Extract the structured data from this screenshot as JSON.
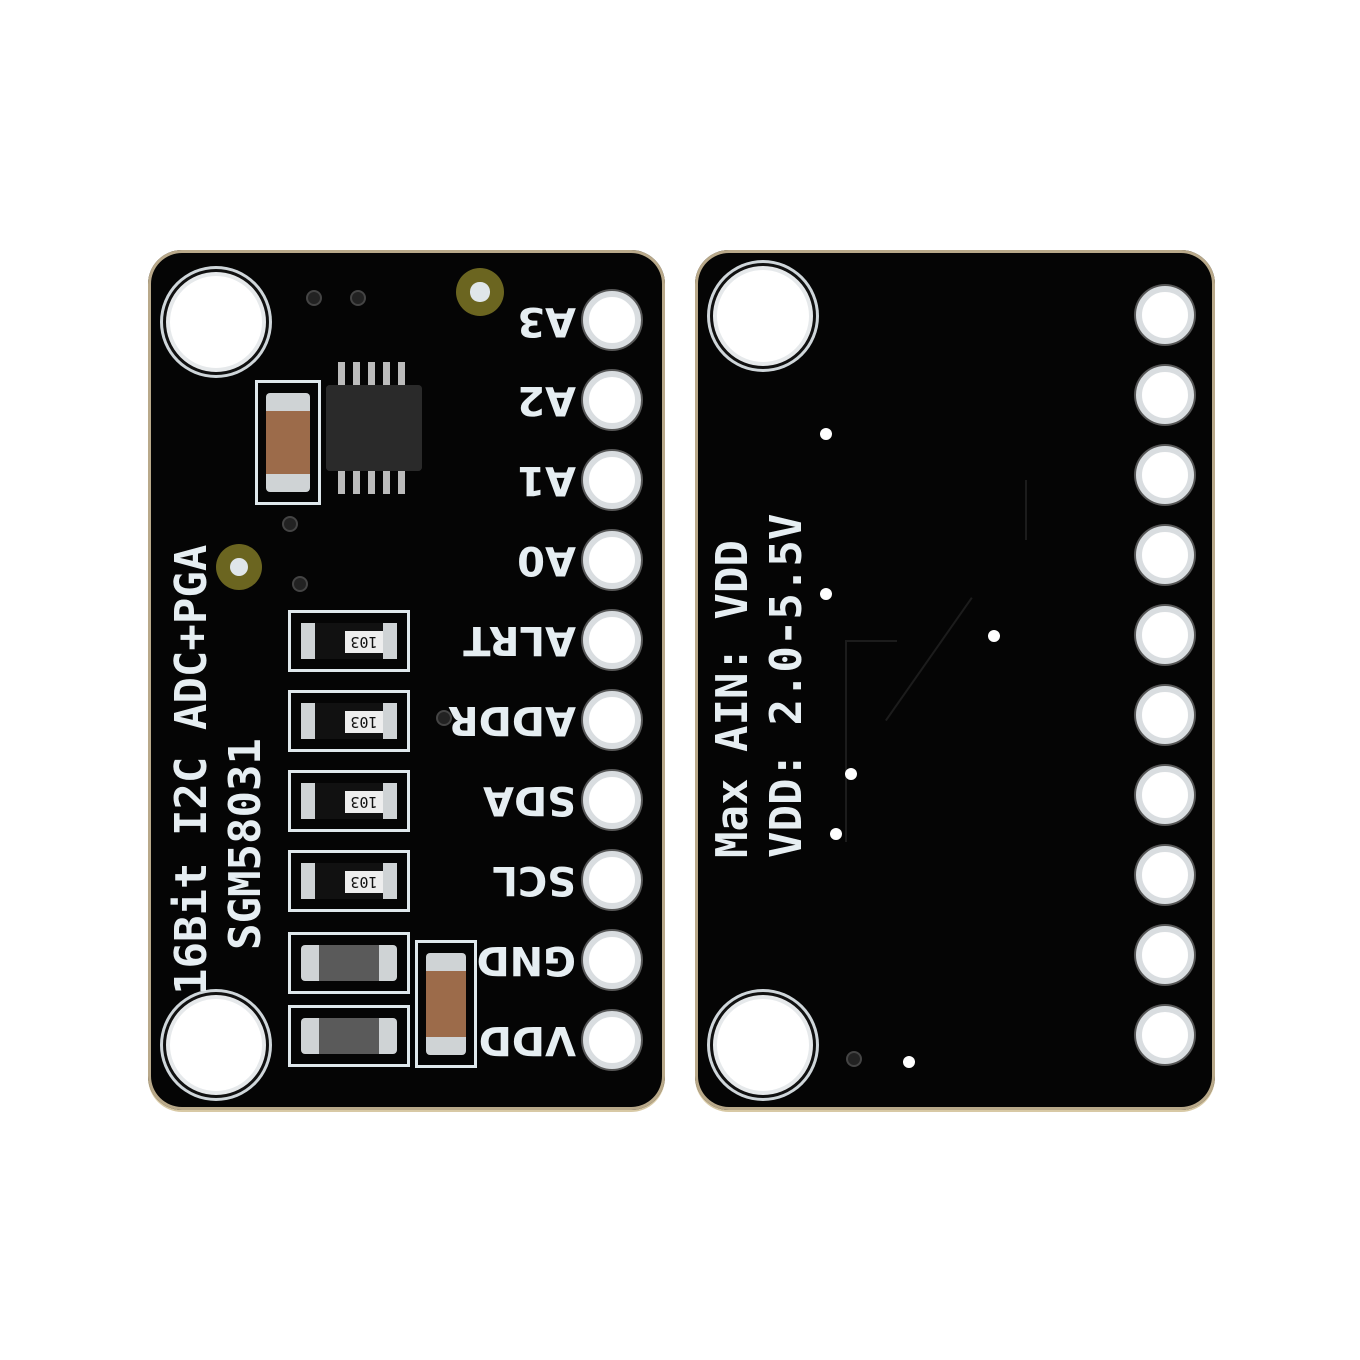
{
  "front": {
    "title_line": "16Bit I2C ADC+PGA",
    "part_number": "SGM58031",
    "pins": [
      "A3",
      "A2",
      "A1",
      "A0",
      "ALRT",
      "ADDR",
      "SDA",
      "SCL",
      "GND",
      "VDD"
    ],
    "resistor_codes": [
      "103",
      "103",
      "103",
      "103"
    ]
  },
  "back": {
    "line1": "Max AIN: VDD",
    "line2": "VDD: 2.0-5.5V"
  },
  "colors": {
    "pcb": "#050505",
    "silkscreen": "#e6eef2",
    "edge": "#b9a98a"
  }
}
